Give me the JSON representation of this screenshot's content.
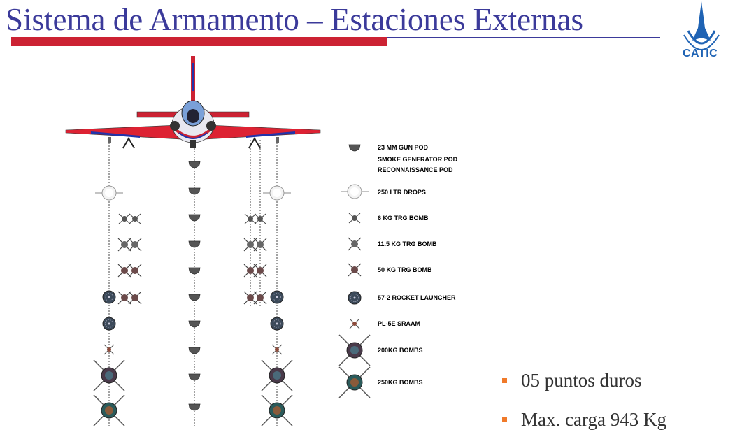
{
  "slide": {
    "title": "Sistema de Armamento – Estaciones Externas",
    "logo_text": "CATIC"
  },
  "legend": [
    {
      "icon": "gun-pod-icon",
      "lines": [
        "23 MM GUN POD",
        "SMOKE GENERATOR POD",
        "RECONNAISSANCE POD"
      ]
    },
    {
      "icon": "drop-tank-icon",
      "lines": [
        "250 LTR DROPS"
      ]
    },
    {
      "icon": "small-bomb-icon",
      "lines": [
        "6 KG TRG BOMB"
      ]
    },
    {
      "icon": "medium-bomb-icon",
      "lines": [
        "11.5 KG TRG  BOMB"
      ]
    },
    {
      "icon": "training-bomb-icon",
      "lines": [
        "50 KG TRG BOMB"
      ]
    },
    {
      "icon": "rocket-launcher-icon",
      "lines": [
        "57-2 ROCKET LAUNCHER"
      ]
    },
    {
      "icon": "missile-icon",
      "lines": [
        "PL-5E  SRAAM"
      ]
    },
    {
      "icon": "bomb-200-icon",
      "lines": [
        "200KG BOMBS"
      ]
    },
    {
      "icon": "bomb-250-icon",
      "lines": [
        "250KG BOMBS"
      ]
    }
  ],
  "bullets": [
    "05 puntos duros",
    "Max. carga  943 Kg"
  ],
  "colors": {
    "title": "#3b3a9a",
    "accent_bar": "#cc2233",
    "bullet_marker": "#f07a2a",
    "logo": "#1f63b4"
  }
}
